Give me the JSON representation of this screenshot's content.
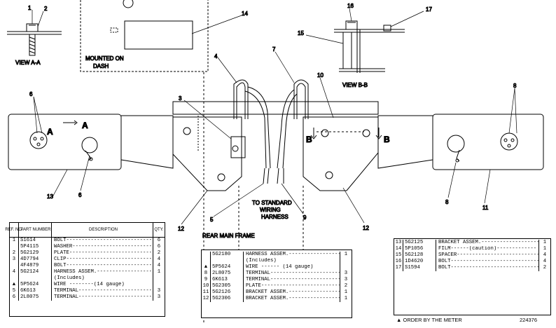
{
  "callouts": {
    "n1": "1",
    "n2": "2",
    "n3": "3",
    "n4": "4",
    "n5": "5",
    "n6a": "6",
    "n6b": "6",
    "n7": "7",
    "n8a": "8",
    "n8b": "8",
    "n9": "9",
    "n10": "10",
    "n11": "11",
    "n12a": "12",
    "n12b": "12",
    "n13": "13",
    "n14": "14",
    "n15": "15",
    "n16": "16",
    "n17": "17"
  },
  "labels": {
    "view_aa": "VIEW A-A",
    "view_bb": "VIEW B-B",
    "mounted_on": "MOUNTED ON",
    "dash": "DASH",
    "to_standard": "TO STANDARD",
    "wiring": "WIRING",
    "harness": "HARNESS",
    "rear_main_frame": "REAR MAIN FRAME",
    "section_a": "A",
    "section_b": "B"
  },
  "table_header": {
    "ref_no": "REF. NO.",
    "part_number": "PART NUMBER",
    "description": "DESCRIPTION",
    "qty": "QTY."
  },
  "table_left": [
    {
      "ref": "1",
      "pn": "S1614",
      "desc": "BOLT-----------------------------",
      "qty": "6"
    },
    {
      "ref": "",
      "pn": "5P4115",
      "desc": "WASHER---------------------------",
      "qty": "6"
    },
    {
      "ref": "2",
      "pn": "5G2129",
      "desc": "PLATE----------------------------",
      "qty": "2"
    },
    {
      "ref": "3",
      "pn": "4D7794",
      "desc": "CLIP-----------------------------",
      "qty": "4"
    },
    {
      "ref": "",
      "pn": "4F4879",
      "desc": "BOLT-----------------------------",
      "qty": "4"
    },
    {
      "ref": "4",
      "pn": "5G2124",
      "desc": "HARNESS ASSEM.-------------------",
      "qty": "1"
    },
    {
      "ref": "",
      "pn": "",
      "desc": "(Includes)",
      "qty": ""
    },
    {
      "ref": "▲",
      "pn": "5P5624",
      "desc": "WIRE --------(14 gauge)",
      "qty": ""
    },
    {
      "ref": "5",
      "pn": "6K613",
      "desc": "TERMINAL-------------------------",
      "qty": "3"
    },
    {
      "ref": "6",
      "pn": "2L8075",
      "desc": "TERMINAL-------------------------",
      "qty": "3"
    }
  ],
  "table_mid": [
    {
      "ref": "",
      "pn": "5G2180",
      "desc": "HARNESS ASSEM.-------------------",
      "qty": "1"
    },
    {
      "ref": "",
      "pn": "",
      "desc": "(Includes)",
      "qty": ""
    },
    {
      "ref": "▲",
      "pn": "5P5624",
      "desc": "WIRE ------ (14 gauge)",
      "qty": ""
    },
    {
      "ref": "8",
      "pn": "2L8075",
      "desc": "TERMINAL-------------------------",
      "qty": "3"
    },
    {
      "ref": "9",
      "pn": "6K613",
      "desc": "TERMINAL-------------------------",
      "qty": "3"
    },
    {
      "ref": "10",
      "pn": "5G2305",
      "desc": "PLATE----------------------------",
      "qty": "2"
    },
    {
      "ref": "11",
      "pn": "5G2126",
      "desc": "BRACKET ASSEM.-------------------",
      "qty": "1"
    },
    {
      "ref": "12",
      "pn": "5G2306",
      "desc": "BRACKET ASSEM.-------------------",
      "qty": "1"
    }
  ],
  "table_right": [
    {
      "ref": "13",
      "pn": "5G2125",
      "desc": "BRACKET ASSEM.-------------------",
      "qty": "1"
    },
    {
      "ref": "14",
      "pn": "5P1056",
      "desc": "FILM------(caution)-------------",
      "qty": "1"
    },
    {
      "ref": "15",
      "pn": "5G2128",
      "desc": "SPACER---------------------------",
      "qty": "4"
    },
    {
      "ref": "16",
      "pn": "1D4620",
      "desc": "BOLT-----------------------------",
      "qty": "4"
    },
    {
      "ref": "17",
      "pn": "S1594",
      "desc": "BOLT-----------------------------",
      "qty": "2"
    }
  ],
  "footnote": "▲ ORDER BY THE METER",
  "drawing_number": "224376"
}
